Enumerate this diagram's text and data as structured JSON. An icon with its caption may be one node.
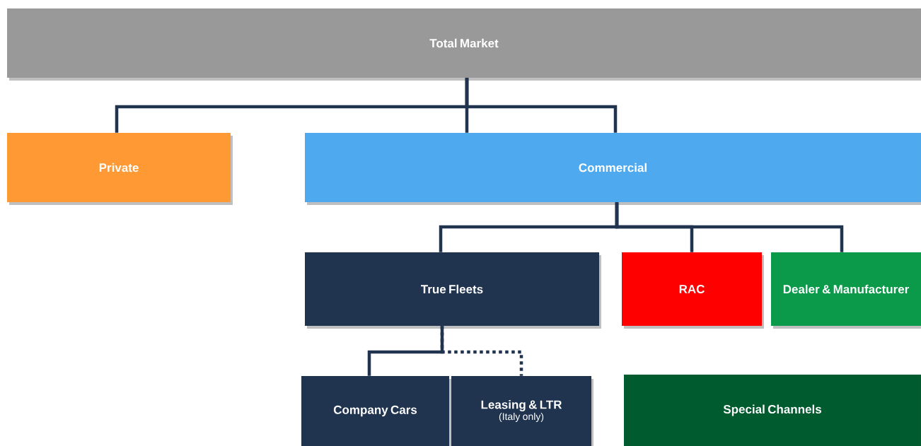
{
  "diagram": {
    "nodes": [
      {
        "text": [
          "Total Market"
        ]
      },
      {
        "text": [
          "Private"
        ]
      },
      {
        "text": [
          "Commercial"
        ]
      },
      {
        "text": [
          "True Fleets"
        ]
      },
      {
        "text": [
          "RAC"
        ]
      },
      {
        "text": [
          "Dealer & Manufacturer"
        ]
      },
      {
        "text": [
          "Company Cars"
        ]
      },
      {
        "text": [
          "Leasing & LTR",
          "(Italy only)"
        ]
      },
      {
        "text": [
          "Special Channels"
        ]
      }
    ],
    "edges": [
      {
        "from": 0,
        "to": 1,
        "arrow": "none"
      },
      {
        "from": 0,
        "to": 2,
        "arrow": "none"
      },
      {
        "from": 0,
        "to": 2,
        "arrow": "none"
      },
      {
        "from": 2,
        "to": 3,
        "arrow": "none"
      },
      {
        "from": 2,
        "to": 4,
        "arrow": "none"
      },
      {
        "from": 2,
        "to": 5,
        "arrow": "none"
      },
      {
        "from": 3,
        "to": 6,
        "arrow": "none"
      },
      {
        "from": 3,
        "to": 7,
        "arrow": "none",
        "style": "dashed"
      }
    ]
  }
}
